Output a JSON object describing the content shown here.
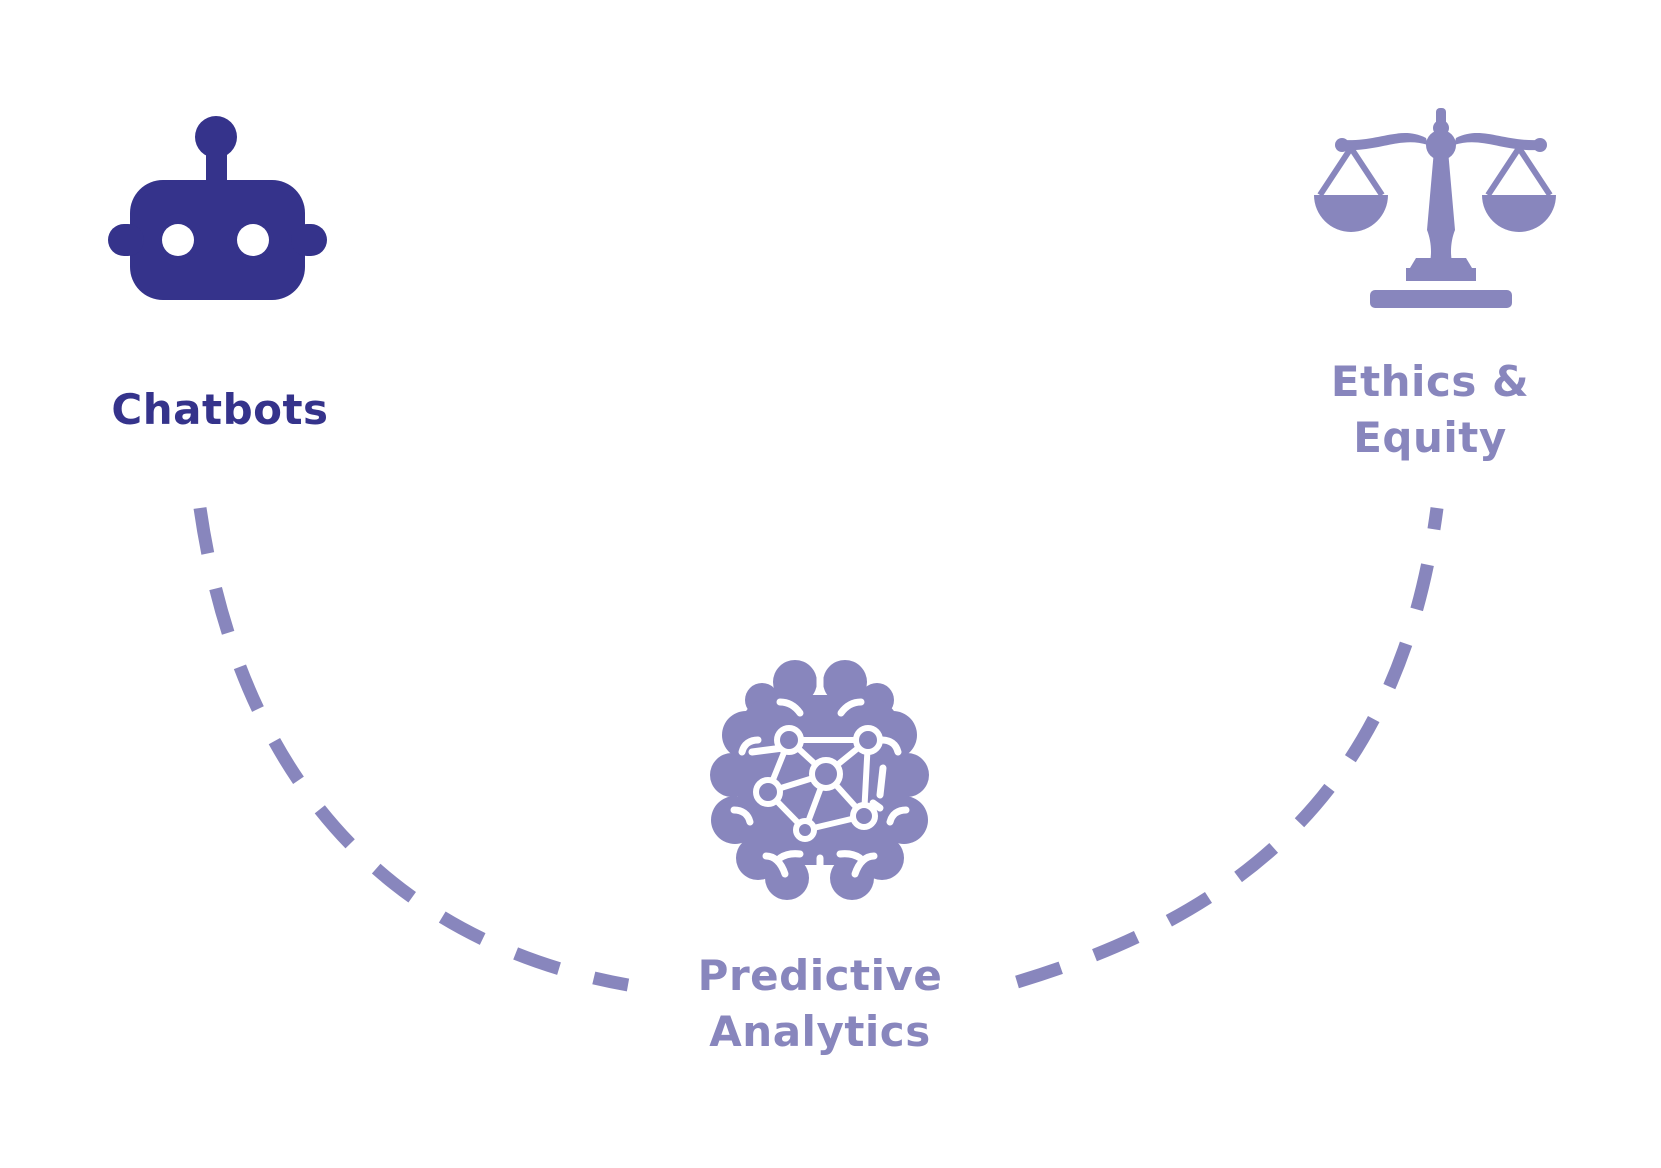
{
  "colors": {
    "primary_dark": "#35338B",
    "accent_light": "#8886BD",
    "background": "#FFFFFF"
  },
  "nodes": [
    {
      "id": "chatbots",
      "icon": "robot-icon",
      "lines": [
        "Chatbots"
      ],
      "color": "#35338B"
    },
    {
      "id": "predictive-analytics",
      "icon": "brain-network-icon",
      "lines": [
        "Predictive",
        "Analytics"
      ],
      "color": "#8886BD"
    },
    {
      "id": "ethics-equity",
      "icon": "balance-scale-icon",
      "lines": [
        "Ethics &",
        "Equity"
      ],
      "color": "#8886BD"
    }
  ],
  "connector": {
    "style": "dashed",
    "color": "#8886BD"
  }
}
